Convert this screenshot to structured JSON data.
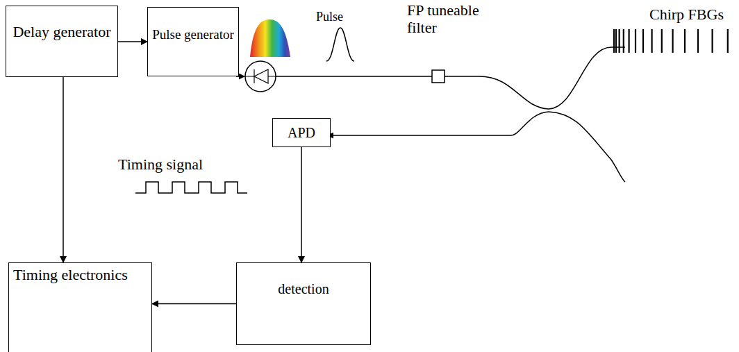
{
  "diagram": {
    "nodes": [
      {
        "text": [
          "Delay generator"
        ]
      },
      {
        "text": [
          "Pulse generator"
        ]
      },
      {
        "text": [
          "APD"
        ]
      },
      {
        "text": [
          "detection"
        ]
      },
      {
        "text": [
          "Timing electronics"
        ]
      }
    ],
    "edges": [
      {
        "from": 0,
        "to": 1,
        "arrow": "to"
      },
      {
        "from": 0,
        "to": 4,
        "arrow": "to"
      },
      {
        "from": 2,
        "to": 3,
        "arrow": "to"
      },
      {
        "from": 3,
        "to": 4,
        "arrow": "to"
      }
    ],
    "labels": [
      "Pulse",
      "FP tuneable filter",
      "Chirp FBGs",
      "Timing signal"
    ]
  }
}
